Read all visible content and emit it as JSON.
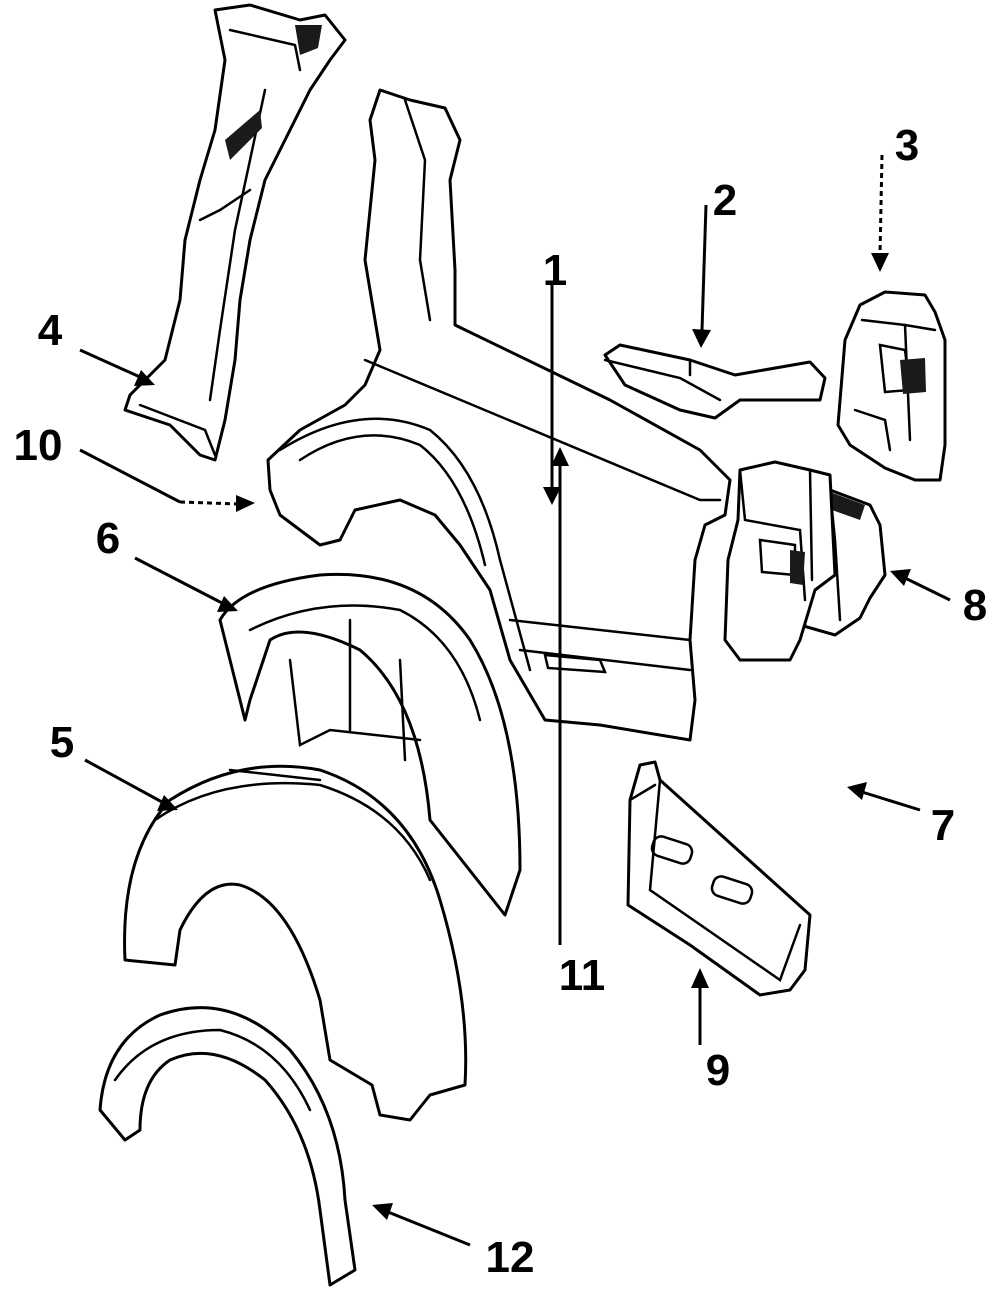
{
  "diagram": {
    "type": "exploded-parts",
    "colors": {
      "line": "#000000",
      "background": "#ffffff"
    },
    "callouts": [
      {
        "id": "1",
        "label": "1"
      },
      {
        "id": "2",
        "label": "2"
      },
      {
        "id": "3",
        "label": "3"
      },
      {
        "id": "4",
        "label": "4"
      },
      {
        "id": "5",
        "label": "5"
      },
      {
        "id": "6",
        "label": "6"
      },
      {
        "id": "7",
        "label": "7"
      },
      {
        "id": "8",
        "label": "8"
      },
      {
        "id": "9",
        "label": "9"
      },
      {
        "id": "10",
        "label": "10"
      },
      {
        "id": "11",
        "label": "11"
      },
      {
        "id": "12",
        "label": "12"
      }
    ]
  }
}
